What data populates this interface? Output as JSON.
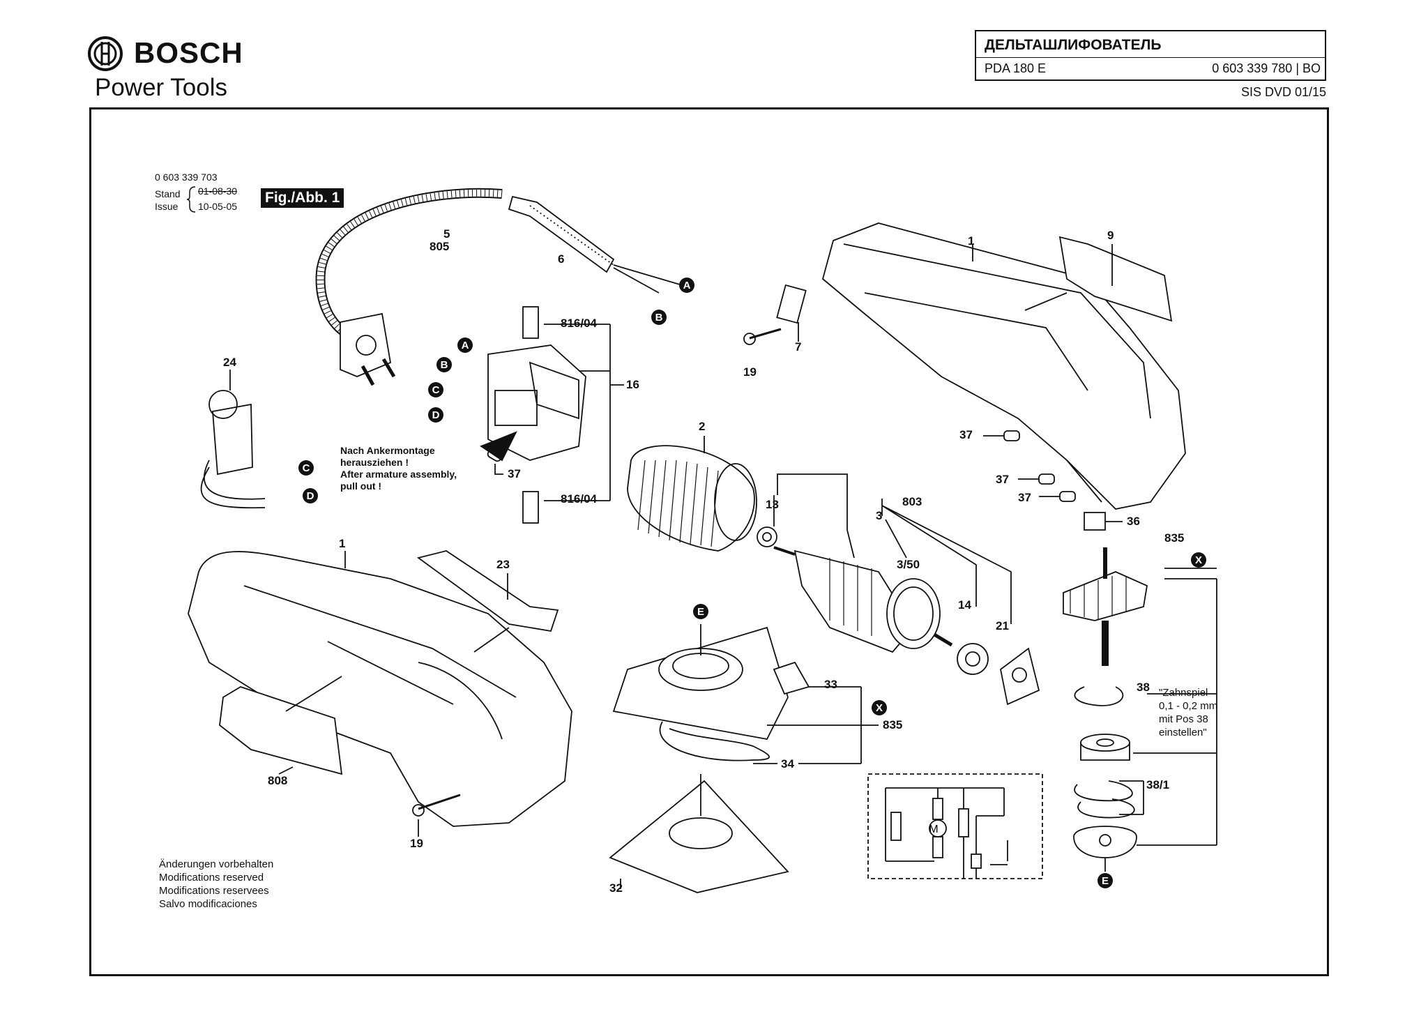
{
  "brand": {
    "name": "BOSCH",
    "subtitle": "Power Tools"
  },
  "title_block": {
    "title": "ДЕЛЬТАШЛИФОВАТЕЛЬ",
    "model": "PDA 180 E",
    "part_number": "0 603 339 780 | BO",
    "edition": "SIS DVD 01/15"
  },
  "stamp": {
    "number": "0 603 339 703",
    "stand_label": "Stand",
    "issue_label": "Issue",
    "struck_date": "01-08-30",
    "issue_date": "10-05-05",
    "figure": "Fig./Abb. 1"
  },
  "assembly_note": [
    "Nach Ankermontage",
    "herausziehen !",
    "After armature assembly,",
    "pull out !"
  ],
  "gear_note": [
    "\"Zahnspiel",
    "0,1 - 0,2 mm",
    "mit Pos 38",
    "einstellen\""
  ],
  "footer_notes": [
    "Änderungen vorbehalten",
    "Modifications reserved",
    "Modifications reservees",
    "Salvo modificaciones"
  ],
  "callouts": {
    "p5": "5",
    "p805": "805",
    "p6": "6",
    "p81604a": "816/04",
    "p16": "16",
    "p81604b": "816/04",
    "p24": "24",
    "p37a": "37",
    "p7": "7",
    "p19a": "19",
    "p1a": "1",
    "p9": "9",
    "p37b": "37",
    "p37c": "37",
    "p37d": "37",
    "p36": "36",
    "p2": "2",
    "p13": "13",
    "p803": "803",
    "p3": "3",
    "p350": "3/50",
    "p14": "14",
    "p21": "21",
    "p835a": "835",
    "p38": "38",
    "p381": "38/1",
    "p1b": "1",
    "p23": "23",
    "p808": "808",
    "p19b": "19",
    "p33": "33",
    "p835b": "835",
    "p34": "34",
    "p32": "32"
  },
  "markers": {
    "a1": "A",
    "b1": "B",
    "a2": "A",
    "b2": "B",
    "c1": "C",
    "d1": "D",
    "c2": "C",
    "d2": "D",
    "e1": "E",
    "e2": "E",
    "x1": "X",
    "x2": "X",
    "motor": "M"
  }
}
